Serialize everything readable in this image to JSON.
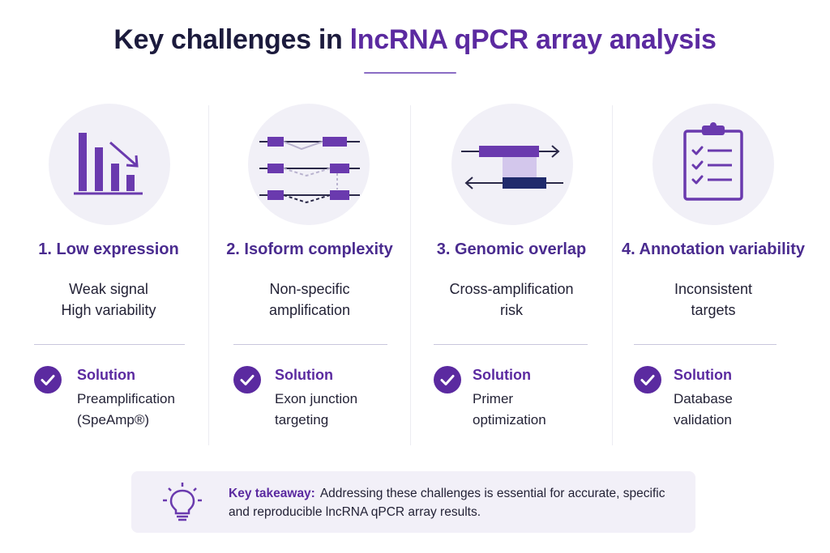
{
  "title": {
    "prefix": "Key challenges in ",
    "accent": "lncRNA qPCR array analysis"
  },
  "columns": [
    {
      "heading": "1. Low expression",
      "desc": [
        "Weak signal",
        "High variability"
      ],
      "solution_label": "Solution",
      "solution_text": [
        "Preamplification",
        "(SpeAmp®)"
      ],
      "icon": "bar-chart-decline-icon"
    },
    {
      "heading": "2. Isoform complexity",
      "desc": [
        "Non-specific",
        "amplification"
      ],
      "solution_label": "Solution",
      "solution_text": [
        "Exon junction",
        "targeting"
      ],
      "icon": "isoform-splicing-icon"
    },
    {
      "heading": "3. Genomic overlap",
      "desc": [
        "Cross-amplification",
        "risk"
      ],
      "solution_label": "Solution",
      "solution_text": [
        "Primer",
        "optimization"
      ],
      "icon": "overlapping-transcripts-icon"
    },
    {
      "heading": "4. Annotation variability",
      "desc": [
        "Inconsistent",
        "targets"
      ],
      "solution_label": "Solution",
      "solution_text": [
        "Database",
        "validation"
      ],
      "icon": "clipboard-checklist-icon"
    }
  ],
  "takeaway": {
    "label": "Key takeaway:",
    "text": "Addressing these challenges is essential for accurate, specific and reproducible lncRNA qPCR array results.",
    "icon": "lightbulb-icon"
  },
  "colors": {
    "primary": "#5b2aa0",
    "dark": "#1c1b3d",
    "navy": "#1f2a6b",
    "circle_bg": "#f1f0f7"
  }
}
